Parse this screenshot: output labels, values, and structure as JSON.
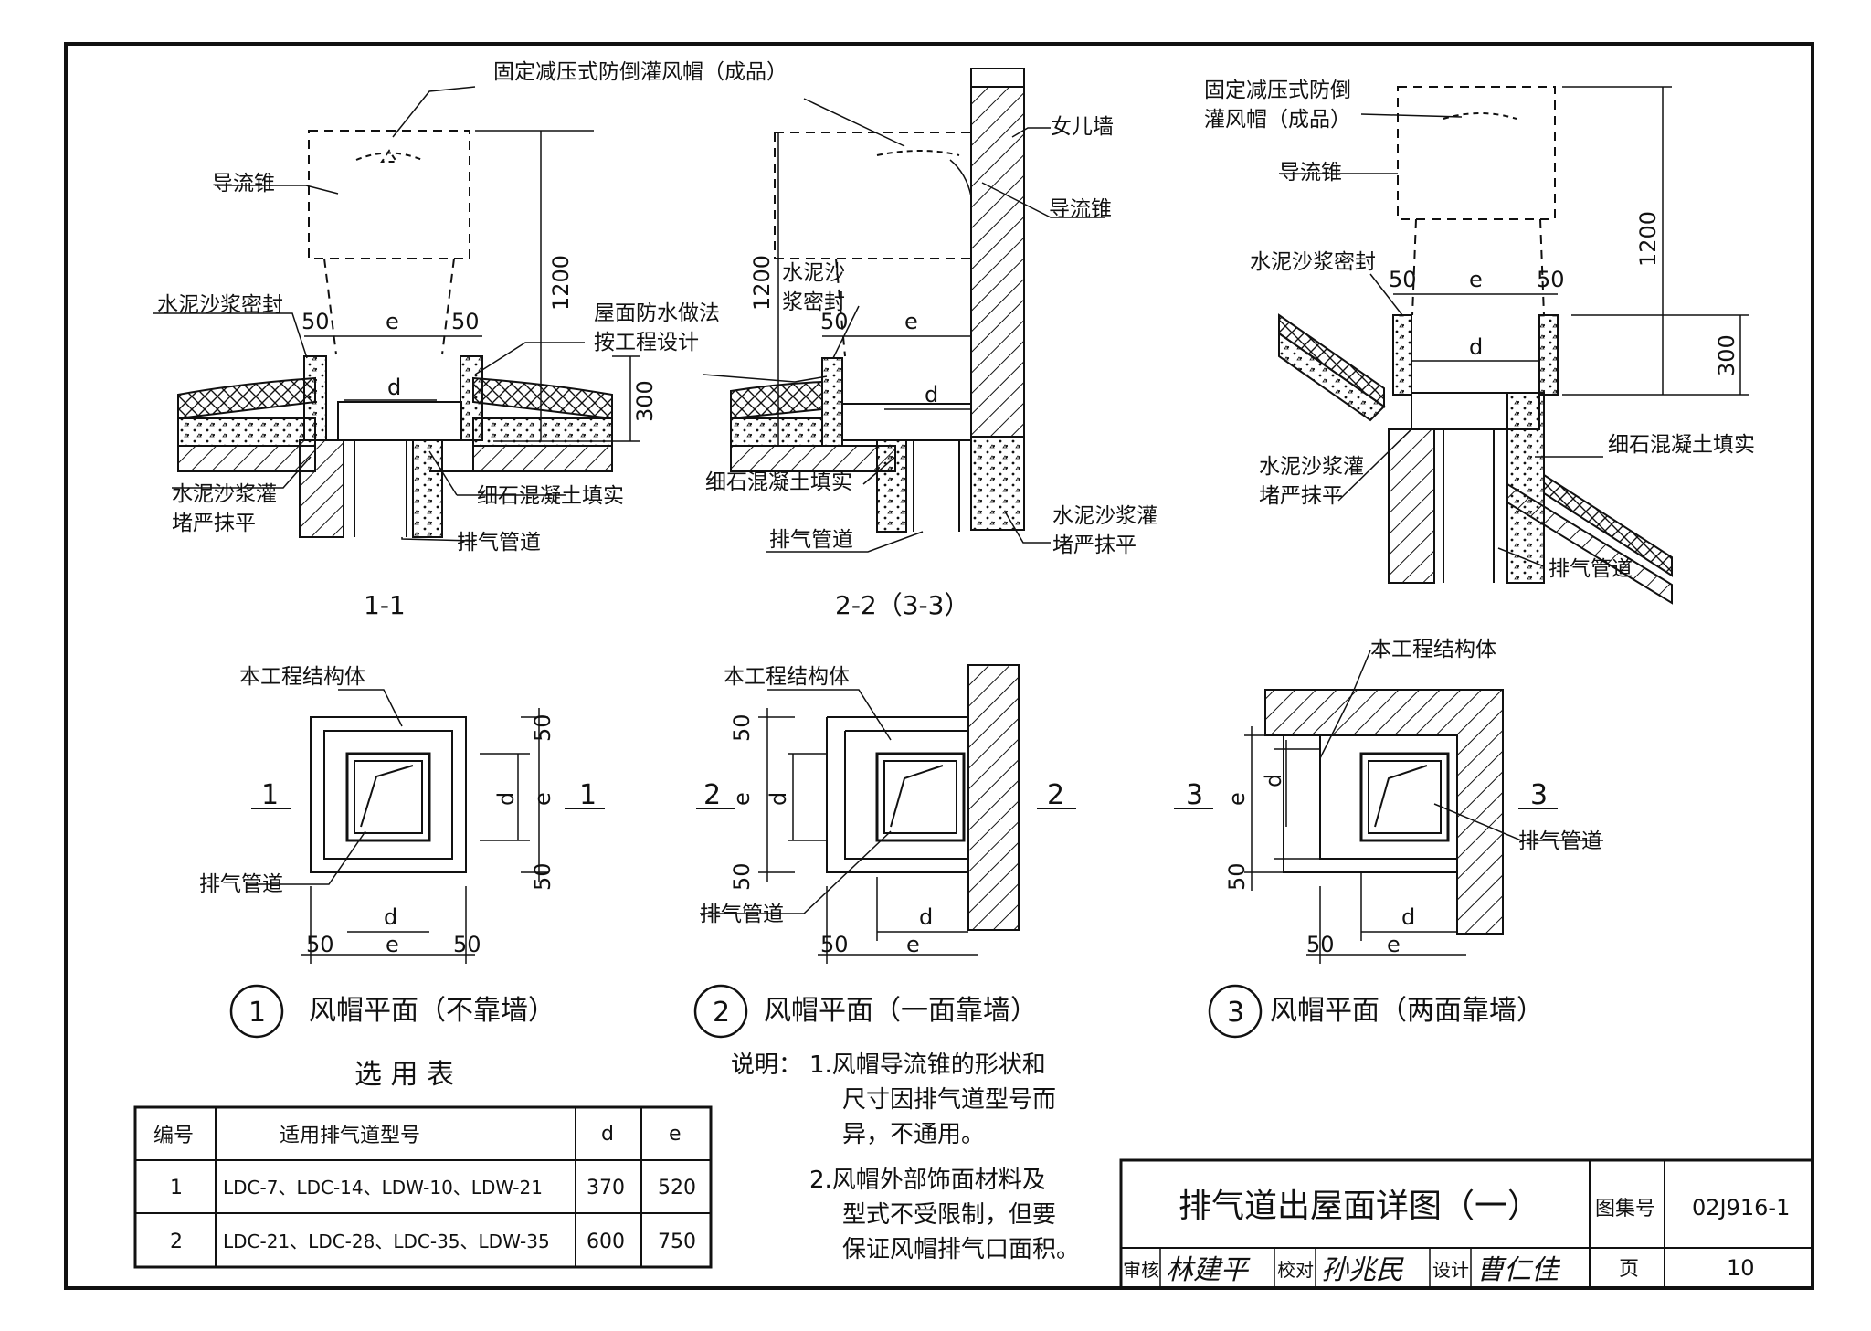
{
  "sections": {
    "s11": "1-1",
    "s22": "2-2（3-3）"
  },
  "labels": {
    "hood_product": "固定减压式防倒灌风帽（成品）",
    "hood_product_l1": "固定减压式防倒",
    "hood_product_l2": "灌风帽（成品）",
    "cone": "导流锥",
    "parapet": "女儿墙",
    "mortar_seal": "水泥沙浆密封",
    "mortar_seal_l1": "水泥沙",
    "mortar_seal_l2": "浆密封",
    "roof_wp_l1": "屋面防水做法",
    "roof_wp_l2": "按工程设计",
    "grout_l1": "水泥沙浆灌",
    "grout_l2": "堵严抹平",
    "concrete_fill": "细石混凝土填实",
    "exhaust_pipe": "排气管道",
    "structure": "本工程结构体"
  },
  "dims": {
    "d50": "50",
    "e": "e",
    "d": "d",
    "h1200": "1200",
    "h300": "300"
  },
  "cutmarks": {
    "c1": "1",
    "c2": "2",
    "c3": "3"
  },
  "plans": [
    {
      "num": "1",
      "title": "风帽平面（不靠墙）"
    },
    {
      "num": "2",
      "title": "风帽平面（一面靠墙）"
    },
    {
      "num": "3",
      "title": "风帽平面（两面靠墙）"
    }
  ],
  "table": {
    "title": "选 用 表",
    "headers": [
      "编号",
      "适用排气道型号",
      "d",
      "e"
    ],
    "rows": [
      [
        "1",
        "LDC-7、LDC-14、LDW-10、LDW-21",
        "370",
        "520"
      ],
      [
        "2",
        "LDC-21、LDC-28、LDC-35、LDW-35",
        "600",
        "750"
      ]
    ]
  },
  "notes": {
    "lead": "说明：",
    "n1_l1": "1.风帽导流锥的形状和",
    "n1_l2": "尺寸因排气道型号而",
    "n1_l3": "异，不通用。",
    "n2_l1": "2.风帽外部饰面材料及",
    "n2_l2": "型式不受限制，但要",
    "n2_l3": "保证风帽排气口面积。"
  },
  "titleblock": {
    "title": "排气道出屋面详图（一）",
    "atlas_label": "图集号",
    "atlas_no": "02J916-1",
    "review": "审核",
    "review_sig": "林建平",
    "check": "校对",
    "check_sig": "孙兆民",
    "design": "设计",
    "design_sig": "曹仁佳",
    "page_label": "页",
    "page_no": "10"
  }
}
